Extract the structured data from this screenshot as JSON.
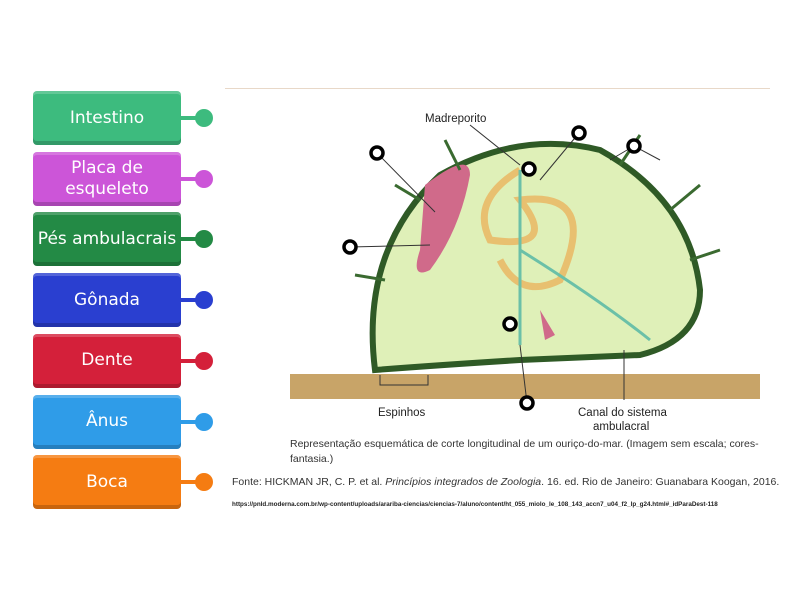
{
  "cards": [
    {
      "label": "Intestino",
      "color": "#3dbb7e"
    },
    {
      "label": "Placa de esqueleto",
      "color": "#cc55d8"
    },
    {
      "label": "Pés ambulacrais",
      "color": "#238a45"
    },
    {
      "label": "Gônada",
      "color": "#2a3fd0"
    },
    {
      "label": "Dente",
      "color": "#d4203a"
    },
    {
      "label": "Ânus",
      "color": "#2f9ce8"
    },
    {
      "label": "Boca",
      "color": "#f57c12"
    }
  ],
  "diagram": {
    "labels": {
      "madreporito": "Madreporito",
      "espinhos": "Espinhos",
      "canal1": "Canal do sistema",
      "canal2": "ambulacral"
    },
    "caption": "Representação esquemática de corte longitudinal de um ouriço-do-mar. (Imagem sem escala; cores-fantasia.)",
    "source_prefix": "Fonte: HICKMAN JR, C. P. et al. ",
    "source_title": "Princípios integrados de Zoologia",
    "source_suffix": ". 16. ed. Rio de Janeiro: Guanabara Koogan, 2016.",
    "url": "https://pnld.moderna.com.br/wp-content/uploads/arariba-ciencias/ciencias-7/aluno/content/ht_055_miolo_le_108_143_accn7_u04_f2_lp_g24.html#_idParaDest-118"
  }
}
